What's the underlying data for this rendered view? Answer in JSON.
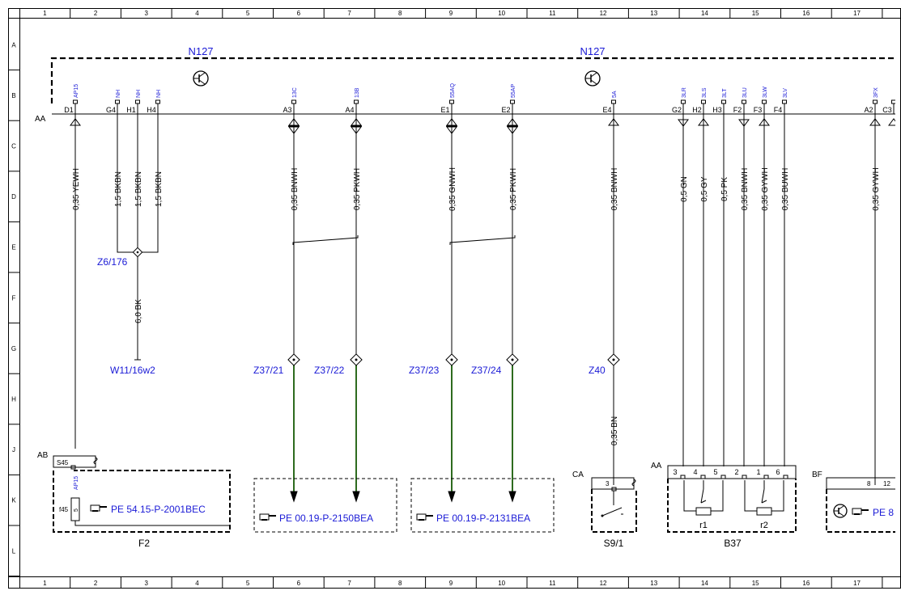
{
  "grid": {
    "columns": [
      "1",
      "2",
      "3",
      "4",
      "5",
      "6",
      "7",
      "8",
      "9",
      "10",
      "11",
      "12",
      "13",
      "14",
      "15",
      "16",
      "17"
    ],
    "rows": [
      "A",
      "B",
      "C",
      "D",
      "E",
      "F",
      "G",
      "H",
      "J",
      "K",
      "L"
    ]
  },
  "n127": {
    "label": "N127",
    "connector": "AA",
    "pins_left": [
      {
        "sig": "AP15",
        "pin": "D1",
        "sym": "in"
      },
      {
        "sig": "NH",
        "pin": "G4",
        "sym": "none"
      },
      {
        "sig": "NH",
        "pin": "H1",
        "sym": "none"
      },
      {
        "sig": "NH",
        "pin": "H4",
        "sym": "none"
      }
    ],
    "pins_mid": [
      {
        "sig": "13C",
        "pin": "A3",
        "sym": "bidir"
      },
      {
        "sig": "13B",
        "pin": "A4",
        "sym": "bidir"
      },
      {
        "sig": "55AQ",
        "pin": "E1",
        "sym": "bidir"
      },
      {
        "sig": "55AP",
        "pin": "E2",
        "sym": "bidir"
      },
      {
        "sig": "5A",
        "pin": "E4",
        "sym": "in"
      }
    ],
    "pins_right": [
      {
        "sig": "3LR",
        "pin": "G2",
        "sym": "out"
      },
      {
        "sig": "3LS",
        "pin": "H2",
        "sym": "in"
      },
      {
        "sig": "3LT",
        "pin": "H3",
        "sym": "none"
      },
      {
        "sig": "3LU",
        "pin": "F2",
        "sym": "out"
      },
      {
        "sig": "3LW",
        "pin": "F3",
        "sym": "in"
      },
      {
        "sig": "3LV",
        "pin": "F4",
        "sym": "none"
      },
      {
        "sig": "3FX",
        "pin": "A2",
        "sym": "in"
      },
      {
        "sig": "",
        "pin": "C3",
        "sym": "in"
      }
    ]
  },
  "wires": [
    {
      "id": "d1",
      "label": "0,35 YEWH"
    },
    {
      "id": "g4",
      "label": "1,5 BKBN"
    },
    {
      "id": "h1",
      "label": "1,5 BKBN"
    },
    {
      "id": "h4",
      "label": "1,5 BKBN"
    },
    {
      "id": "a3",
      "label": "0,35 BNWH"
    },
    {
      "id": "a4",
      "label": "0,35 PKWH"
    },
    {
      "id": "e1",
      "label": "0,35 GNWH"
    },
    {
      "id": "e2",
      "label": "0,35 PKWH"
    },
    {
      "id": "e4",
      "label": "0,35 BNWH"
    },
    {
      "id": "g2",
      "label": "0,5 GN"
    },
    {
      "id": "h2",
      "label": "0,5 GY"
    },
    {
      "id": "h3",
      "label": "0,5 PK"
    },
    {
      "id": "f2",
      "label": "0,35 BNWH"
    },
    {
      "id": "f3",
      "label": "0,35 GYWH"
    },
    {
      "id": "f4",
      "label": "0,35 BUWH"
    },
    {
      "id": "a2",
      "label": "0,35 GYWH"
    },
    {
      "id": "ground",
      "label": "6,0 BK"
    },
    {
      "id": "z40",
      "label": "0,35 BN"
    }
  ],
  "splices": {
    "z6": "Z6/176",
    "w11": "W11/16w2",
    "z37_21": "Z37/21",
    "z37_22": "Z37/22",
    "z37_23": "Z37/23",
    "z37_24": "Z37/24",
    "z40": "Z40"
  },
  "f2": {
    "name": "F2",
    "connector": "AB",
    "pin": "S45",
    "sig": "AP15",
    "fuse": "f45",
    "fuse_no": "5",
    "ref": "PE 54.15-P-2001BEC"
  },
  "refs": {
    "box1": "PE 00.19-P-2150BEA",
    "box2": "PE 00.19-P-2131BEA"
  },
  "s9": {
    "name": "S9/1",
    "connector": "CA",
    "pin": "3"
  },
  "b37": {
    "name": "B37",
    "connector": "AA",
    "pins": [
      "3",
      "4",
      "5",
      "2",
      "1",
      "6"
    ],
    "r1": "r1",
    "r2": "r2"
  },
  "bf": {
    "connector": "BF",
    "pins": [
      "8",
      "12"
    ],
    "ref": "PE 8"
  },
  "colors": {
    "link": "#1a1ad6",
    "trace": "#2e6b1f",
    "line": "#000000"
  }
}
